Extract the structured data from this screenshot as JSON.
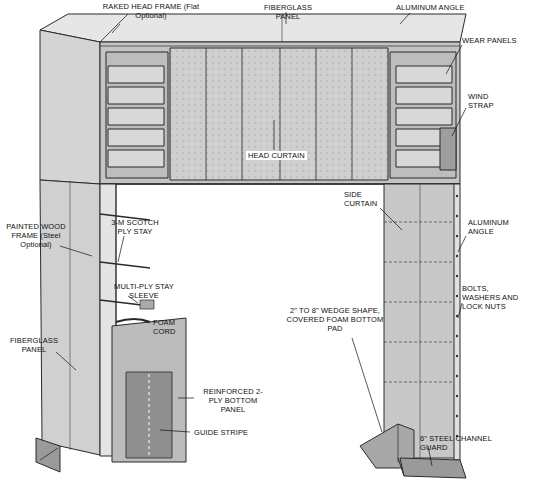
{
  "diagram": {
    "labels": [
      "RAKED HEAD FRAME (Flat Optional)",
      "FIBERGLASS PANEL",
      "ALUMINUM ANGLE",
      "WEAR PANELS",
      "WIND STRAP",
      "HEAD CURTAIN",
      "SIDE CURTAIN",
      "ALUMINUM ANGLE",
      "BOLTS, WASHERS AND LOCK NUTS",
      "2\" TO 8\" WEDGE SHAPE, COVERED FOAM BOTTOM PAD",
      "6\" STEEL CHANNEL GUARD",
      "PAINTED WOOD FRAME (Steel Optional)",
      "3-M SCOTCH PLY STAY",
      "MULTI-PLY STAY SLEEVE",
      "FOAM CORD",
      "FIBERGLASS PANEL",
      "REINFORCED 2-PLY BOTTOM PANEL",
      "GUIDE STRIPE"
    ]
  }
}
